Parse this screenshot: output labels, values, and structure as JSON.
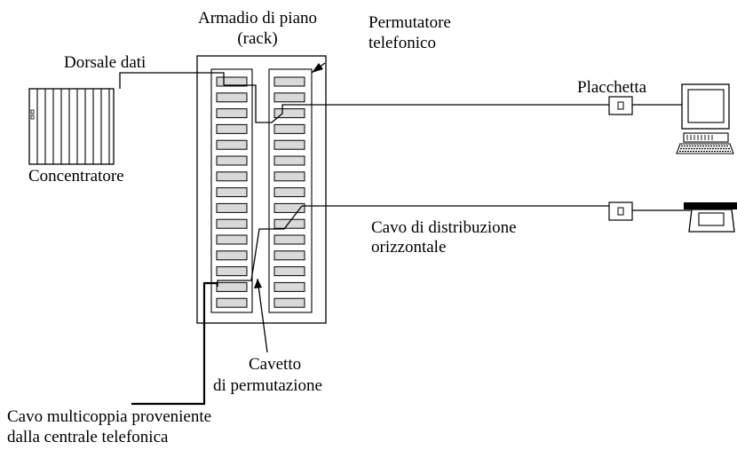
{
  "labels": {
    "rack_title_line1": "Armadio di piano",
    "rack_title_line2": "(rack)",
    "phone_panel_line1": "Permutatore",
    "phone_panel_line2": "telefonico",
    "backbone": "Dorsale dati",
    "hub": "Concentratore",
    "wallplate": "Placchetta",
    "horizontal_cable_line1": "Cavo di distribuzione",
    "horizontal_cable_line2": "orizzontale",
    "patch_cord_line1": "Cavetto",
    "patch_cord_line2": "di permutazione",
    "multipair_line1": "Cavo multicoppia proveniente",
    "multipair_line2": "dalla centrale telefonica"
  },
  "icons": {
    "hub": "hub-icon",
    "computer": "computer-icon",
    "phone": "phone-icon",
    "outlet": "outlet-icon"
  },
  "colors": {
    "line": "#000000",
    "port_fill": "#d9d9d9",
    "background": "#ffffff"
  }
}
